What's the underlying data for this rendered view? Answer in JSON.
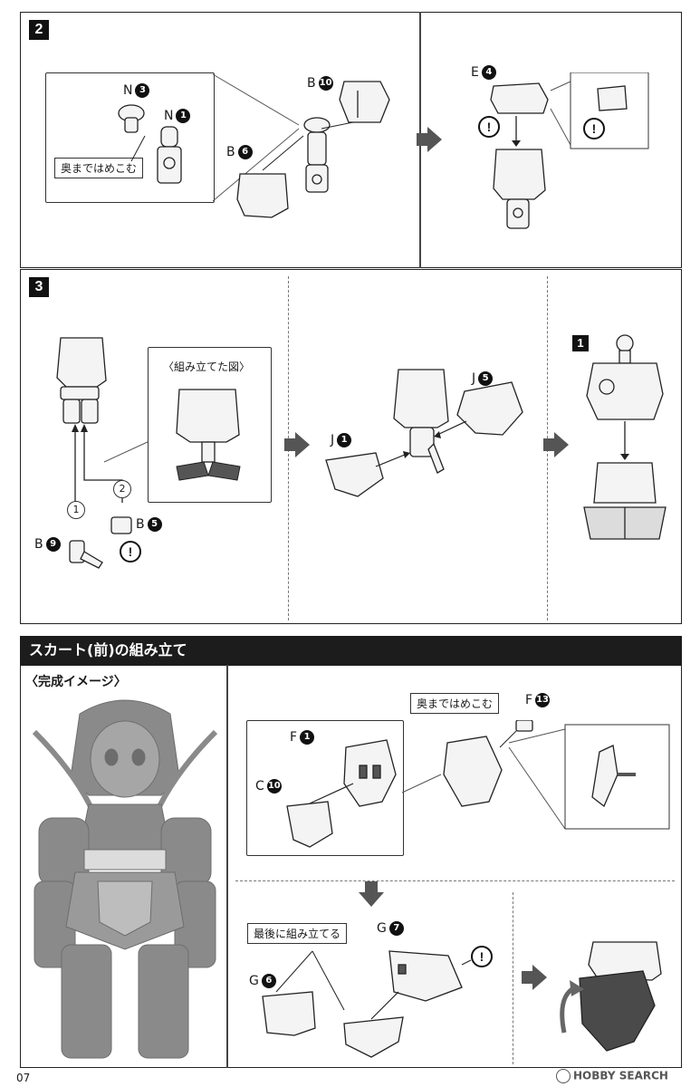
{
  "step2": {
    "number": "2",
    "labels": {
      "n3_letter": "N",
      "n3_num": "3",
      "n1_letter": "N",
      "n1_num": "1",
      "b10_letter": "B",
      "b10_num": "10",
      "b6_letter": "B",
      "b6_num": "6",
      "e4_letter": "E",
      "e4_num": "4"
    },
    "note_push_in": "奥まではめこむ",
    "warning": "!"
  },
  "step3": {
    "number": "3",
    "assembled_caption": "〈組み立てた図〉",
    "order_1": "1",
    "order_2": "2",
    "labels": {
      "b9_letter": "B",
      "b9_num": "9",
      "b5_letter": "B",
      "b5_num": "5",
      "j1_letter": "J",
      "j1_num": "1",
      "j5_letter": "J",
      "j5_num": "5"
    },
    "ref_badge": "1",
    "warning": "!"
  },
  "skirt": {
    "title": "スカート(前)の組み立て",
    "completed_image_label": "〈完成イメージ〉",
    "note_push_in": "奥まではめこむ",
    "note_last": "最後に組み立てる",
    "labels": {
      "f13_letter": "F",
      "f13_num": "13",
      "f1_letter": "F",
      "f1_num": "1",
      "c10_letter": "C",
      "c10_num": "10",
      "g7_letter": "G",
      "g7_num": "7",
      "g6_letter": "G",
      "g6_num": "6"
    },
    "warning": "!"
  },
  "footer": {
    "page_number": "07",
    "watermark": "HOBBY SEARCH"
  },
  "colors": {
    "panel_border": "#222222",
    "header_bg": "#1c1c1c",
    "part_fill": "#f4f4f4",
    "part_dark": "#555555",
    "figure_gray": "#8a8a8a"
  }
}
